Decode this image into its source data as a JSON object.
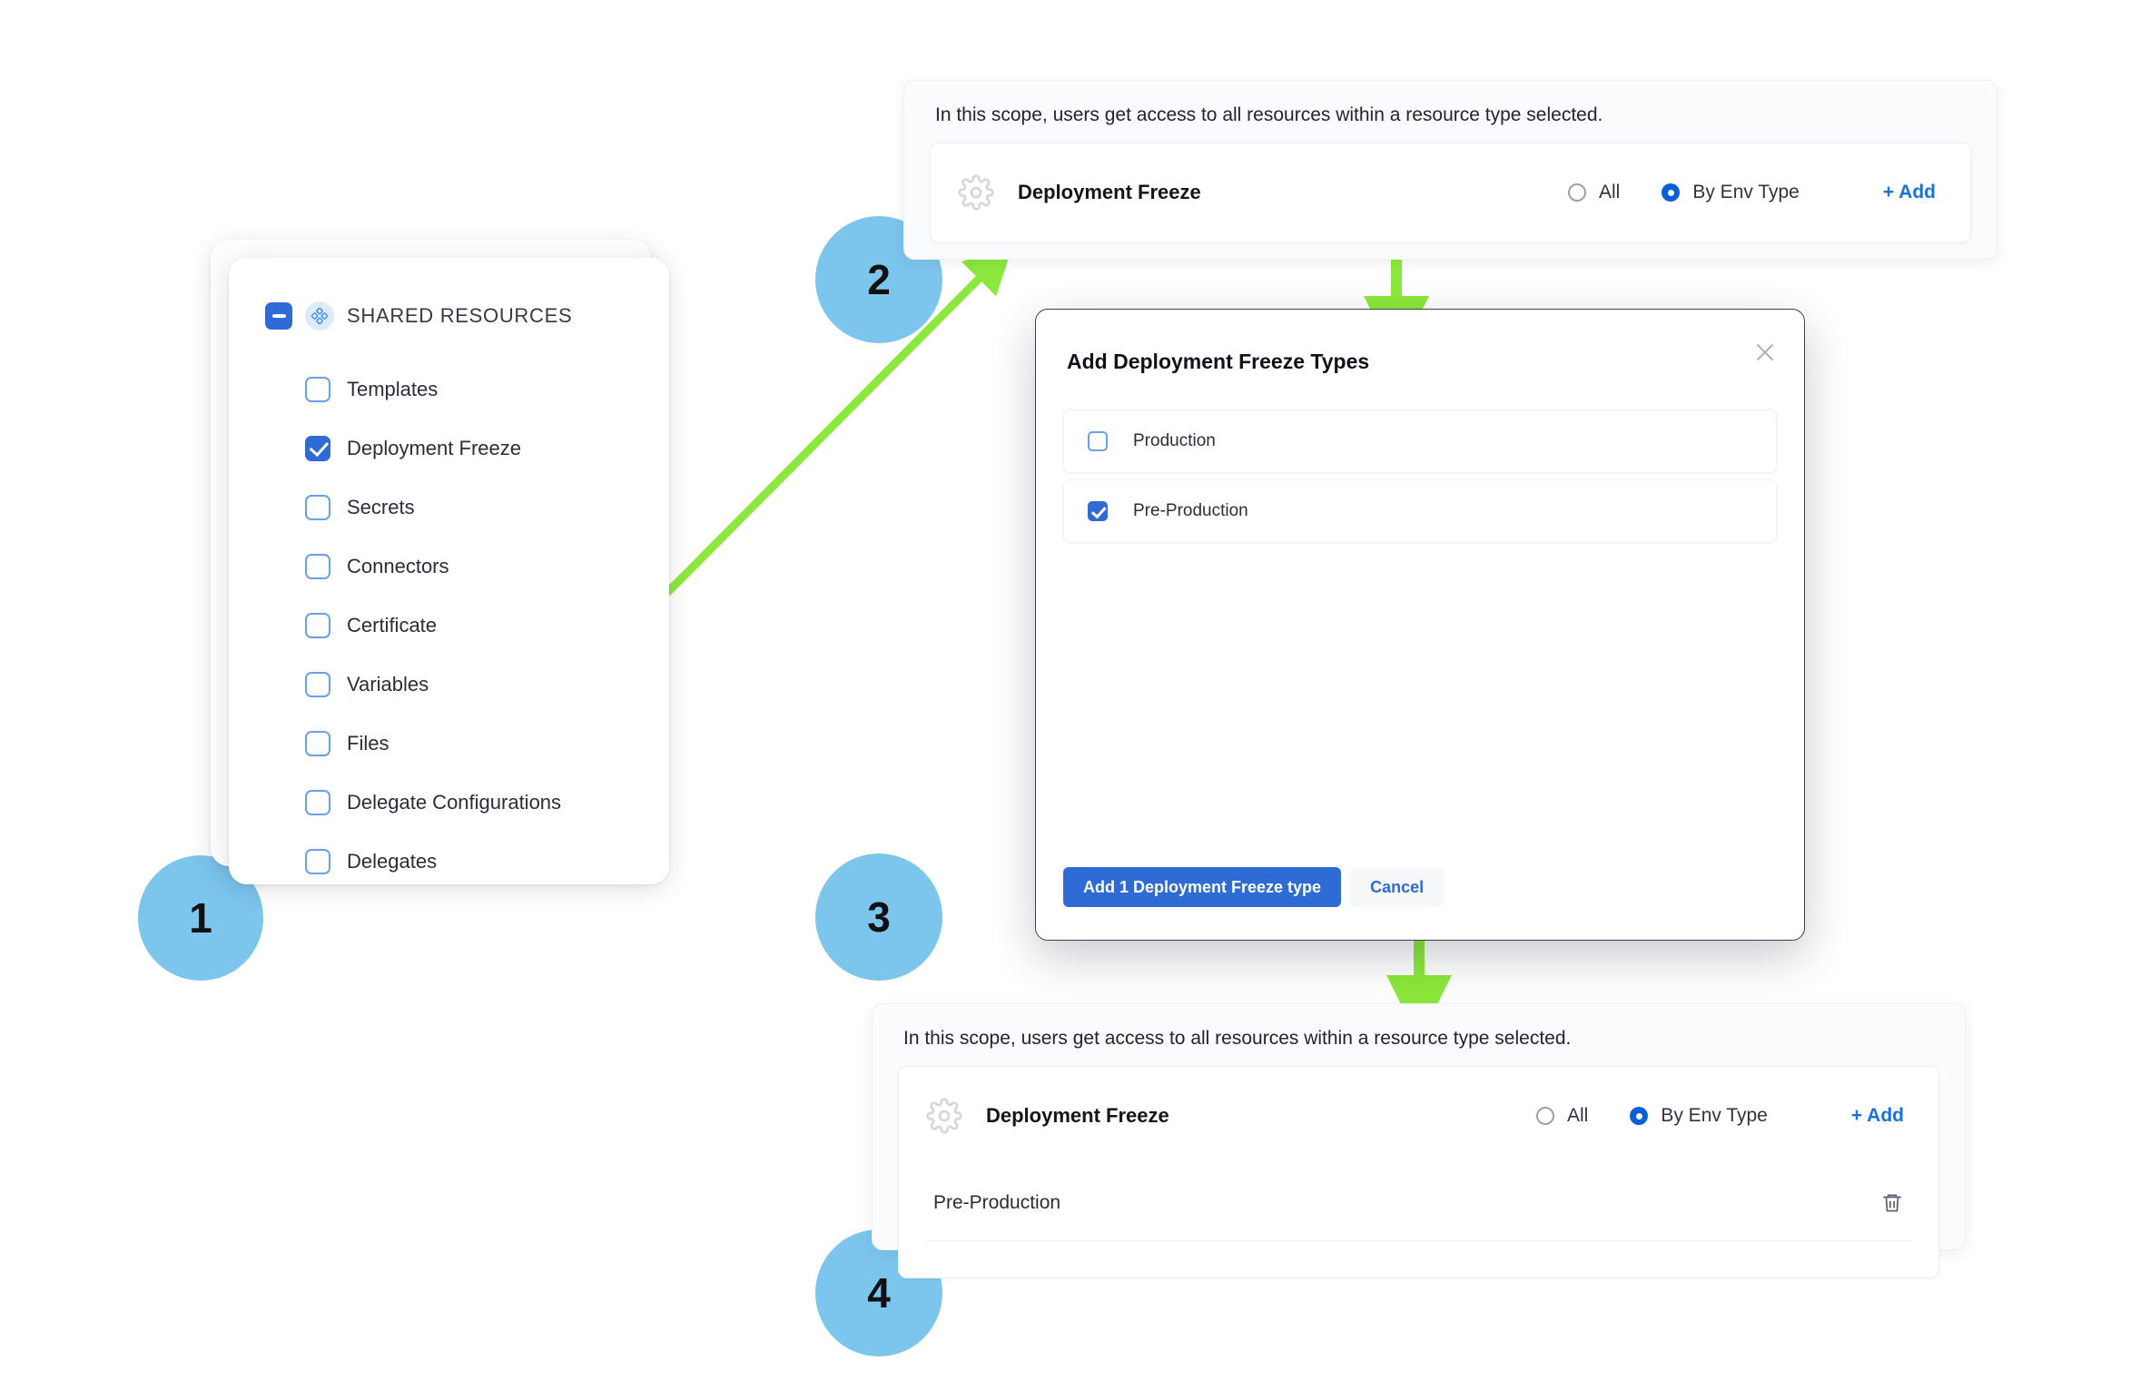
{
  "shared_resources": {
    "title": "SHARED RESOURCES",
    "header_checkbox_state": "indeterminate",
    "badge_icon": "resource-cluster-icon",
    "items": [
      {
        "label": "Templates",
        "checked": false
      },
      {
        "label": "Deployment Freeze",
        "checked": true
      },
      {
        "label": "Secrets",
        "checked": false
      },
      {
        "label": "Connectors",
        "checked": false
      },
      {
        "label": "Certificate",
        "checked": false
      },
      {
        "label": "Variables",
        "checked": false
      },
      {
        "label": "Files",
        "checked": false
      },
      {
        "label": "Delegate Configurations",
        "checked": false
      },
      {
        "label": "Delegates",
        "checked": false
      }
    ]
  },
  "scope_panel_top": {
    "hint": "In this scope, users get access to all resources within a resource type selected.",
    "resource_name": "Deployment Freeze",
    "resource_icon": "gear-icon",
    "radio_all_label": "All",
    "radio_all_selected": false,
    "radio_env_label": "By Env Type",
    "radio_env_selected": true,
    "add_label": "+ Add",
    "selected_values": []
  },
  "scope_panel_bottom": {
    "hint": "In this scope, users get access to all resources within a resource type selected.",
    "resource_name": "Deployment Freeze",
    "resource_icon": "gear-icon",
    "radio_all_label": "All",
    "radio_all_selected": false,
    "radio_env_label": "By Env Type",
    "radio_env_selected": true,
    "add_label": "+ Add",
    "selected_values": [
      {
        "label": "Pre-Production",
        "delete_icon": "trash-icon"
      }
    ]
  },
  "modal": {
    "title": "Add Deployment Freeze Types",
    "close_icon": "close-icon",
    "options": [
      {
        "label": "Production",
        "checked": false
      },
      {
        "label": "Pre-Production",
        "checked": true
      }
    ],
    "primary_button": "Add 1 Deployment Freeze type",
    "cancel_button": "Cancel"
  },
  "steps": [
    {
      "number": "1"
    },
    {
      "number": "2"
    },
    {
      "number": "3"
    },
    {
      "number": "4"
    }
  ],
  "colors": {
    "step_circle": "#7CC5EC",
    "arrow": "#8CE83C",
    "accent_blue": "#2F6BD4",
    "link_blue": "#1573E6",
    "radio_blue": "#0A5EDB"
  }
}
